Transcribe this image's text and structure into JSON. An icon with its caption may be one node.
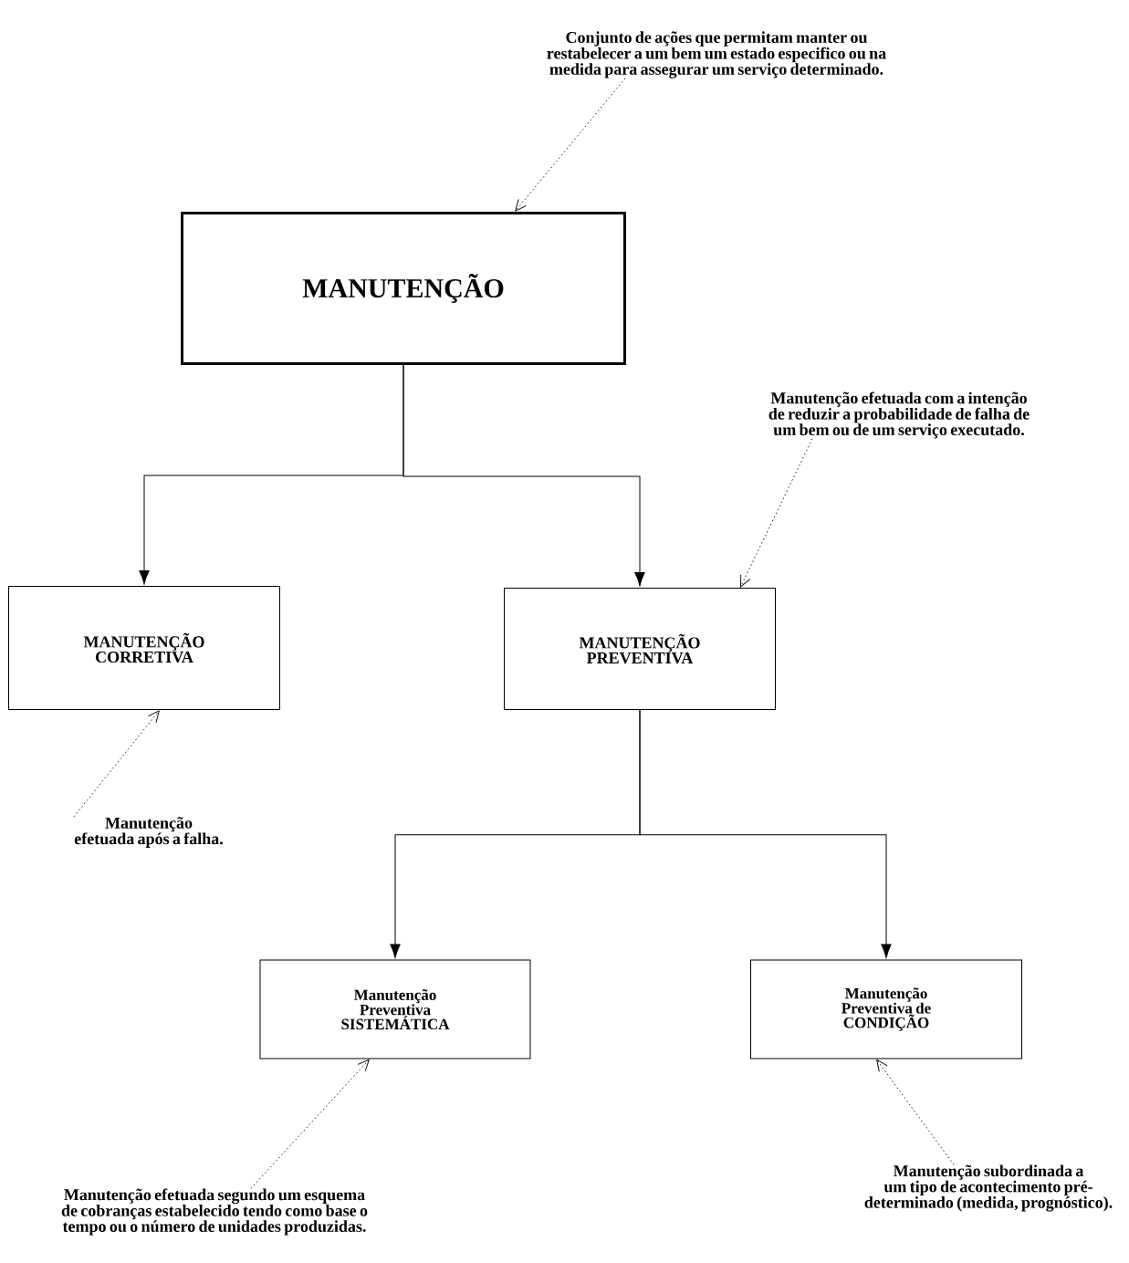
{
  "diagram": {
    "nodes": [
      {
        "text": [
          "Conjunto de ações que permitam manter ou restabelecer a um bem um estado especifico ou na medida para assegurar um serviço determinado."
        ]
      },
      {
        "text": [
          "MANUTENÇÃO"
        ]
      },
      {
        "text": [
          "Manutenção efetuada com a intenção de reduzir a probabilidade de falha de um bem ou de um serviço executado."
        ]
      },
      {
        "text": [
          "MANUTENÇÃO CORRETIVA"
        ]
      },
      {
        "text": [
          "MANUTENÇÃO PREVENTIVA"
        ]
      },
      {
        "text": [
          "Manutenção efetuada após a falha."
        ]
      },
      {
        "text": [
          "Manutenção Preventiva SISTEMÁTICA"
        ]
      },
      {
        "text": [
          "Manutenção Preventiva de CONDIÇÃO"
        ]
      },
      {
        "text": [
          "Manutenção efetuada segundo um esquema de cobranças estabelecido tendo como base o tempo ou o número de unidades produzidas."
        ]
      },
      {
        "text": [
          "Manutenção subordinada a um tipo de acontecimento pré-determinado (medida, prognóstico)."
        ]
      }
    ],
    "edges": [
      {
        "from": 0,
        "to": 1,
        "arrow": "to",
        "style": "dashed"
      },
      {
        "from": 1,
        "to": 3,
        "arrow": "to"
      },
      {
        "from": 1,
        "to": 4,
        "arrow": "to"
      },
      {
        "from": 2,
        "to": 4,
        "arrow": "to",
        "style": "dashed"
      },
      {
        "from": 5,
        "to": 3,
        "arrow": "to",
        "style": "dashed"
      },
      {
        "from": 4,
        "to": 6,
        "arrow": "to"
      },
      {
        "from": 4,
        "to": 7,
        "arrow": "to"
      },
      {
        "from": 8,
        "to": 6,
        "arrow": "to",
        "style": "dashed"
      },
      {
        "from": 9,
        "to": 7,
        "arrow": "to",
        "style": "dashed"
      }
    ]
  }
}
